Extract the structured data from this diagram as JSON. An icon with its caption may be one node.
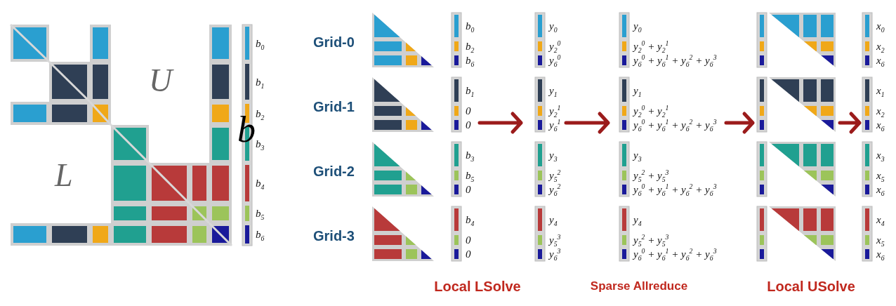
{
  "diagram": {
    "labels": [
      "b$_{0}$",
      "b$_{1}$",
      "b$_{2}$",
      "b$_{3}$",
      "b$_{4}$",
      "b$_{5}$",
      "b$_{6}$",
      "U",
      "b",
      "L",
      "Grid-0",
      "b$_{0}$",
      "y$_{0}$",
      "y$_{0}$",
      "x$_{0}$",
      "b$_{2}$",
      "y$_{2}$$^{0}$",
      "y$_{2}$$^{0}$ + y$_{2}$$^{1}$",
      "x$_{2}$",
      "b$_{6}$",
      "y$_{6}$$^{0}$",
      "y$_{6}$$^{0}$ + y$_{6}$$^{1}$ + y$_{6}$$^{2}$ + y$_{6}$$^{3}$",
      "x$_{6}$",
      "Grid-1",
      "b$_{1}$",
      "y$_{1}$",
      "y$_{1}$",
      "x$_{1}$",
      "0",
      "y$_{2}$$^{1}$",
      "y$_{2}$$^{0}$ + y$_{2}$$^{1}$",
      "x$_{2}$",
      "0",
      "y$_{6}$$^{1}$",
      "y$_{6}$$^{0}$ + y$_{6}$$^{1}$ + y$_{6}$$^{2}$ + y$_{6}$$^{3}$",
      "x$_{6}$",
      "Grid-2",
      "b$_{3}$",
      "y$_{3}$",
      "y$_{3}$",
      "x$_{3}$",
      "b$_{5}$",
      "y$_{5}$$^{2}$",
      "y$_{5}$$^{2}$ + y$_{5}$$^{3}$",
      "x$_{5}$",
      "0",
      "y$_{6}$$^{2}$",
      "y$_{6}$$^{0}$ + y$_{6}$$^{1}$ + y$_{6}$$^{2}$ + y$_{6}$$^{3}$",
      "x$_{6}$",
      "Grid-3",
      "b$_{4}$",
      "y$_{4}$",
      "y$_{4}$",
      "x$_{4}$",
      "0",
      "y$_{5}$$^{3}$",
      "y$_{5}$$^{2}$ + y$_{5}$$^{3}$",
      "x$_{5}$",
      "0",
      "y$_{6}$$^{3}$",
      "y$_{6}$$^{0}$ + y$_{6}$$^{1}$ + y$_{6}$$^{2}$ + y$_{6}$$^{3}$",
      "x$_{6}$",
      "Local LSolve",
      "Sparse Allreduce",
      "Local USolve"
    ]
  }
}
